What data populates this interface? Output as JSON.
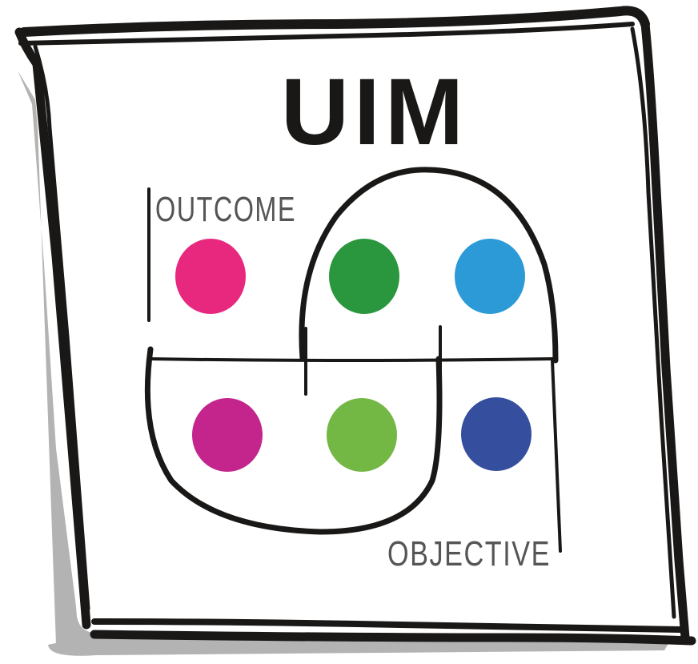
{
  "title": "UIM",
  "labels": {
    "top": "OUTCOME",
    "bottom": "OBJECTIVE"
  },
  "colors": {
    "frame": "#1a1816",
    "shadow": "#b3b3b3",
    "label": "#555555",
    "paper": "#ffffff"
  },
  "dots": [
    {
      "name": "pink-dot",
      "color": "#e8287f"
    },
    {
      "name": "dark-green-dot",
      "color": "#2a973e"
    },
    {
      "name": "sky-blue-dot",
      "color": "#2b9ad6"
    },
    {
      "name": "magenta-dot",
      "color": "#c3258c"
    },
    {
      "name": "light-green-dot",
      "color": "#73b744"
    },
    {
      "name": "navy-dot",
      "color": "#354e9e"
    }
  ]
}
